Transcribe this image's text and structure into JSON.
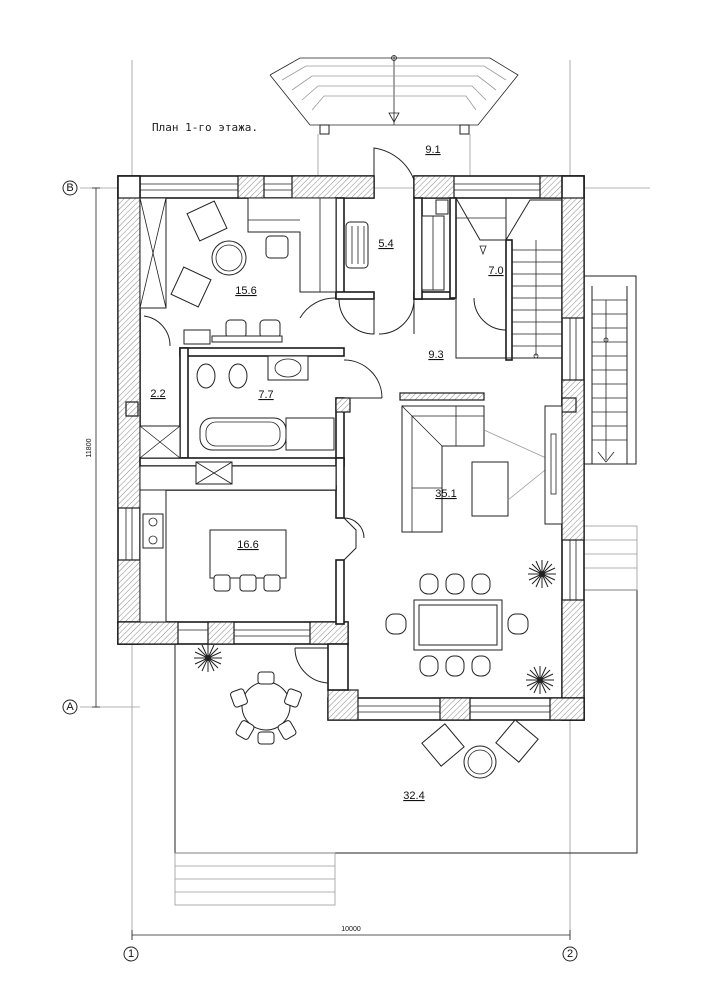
{
  "plan": {
    "title": "План 1-го этажа.",
    "rooms": [
      {
        "id": "living-small",
        "label": "15.6"
      },
      {
        "id": "wardrobe",
        "label": "5.4"
      },
      {
        "id": "porch",
        "label": "9.1"
      },
      {
        "id": "stair",
        "label": "7.0"
      },
      {
        "id": "hall",
        "label": "9.3"
      },
      {
        "id": "pantry",
        "label": "2.2"
      },
      {
        "id": "bathroom",
        "label": "7.7"
      },
      {
        "id": "living-main",
        "label": "35.1"
      },
      {
        "id": "kitchen",
        "label": "16.6"
      },
      {
        "id": "terrace",
        "label": "32.4"
      }
    ],
    "axes": {
      "row_b": "B",
      "row_a": "A",
      "col_1": "1",
      "col_2": "2"
    },
    "dimensions": {
      "vertical": "11800",
      "horizontal": "10000"
    }
  }
}
